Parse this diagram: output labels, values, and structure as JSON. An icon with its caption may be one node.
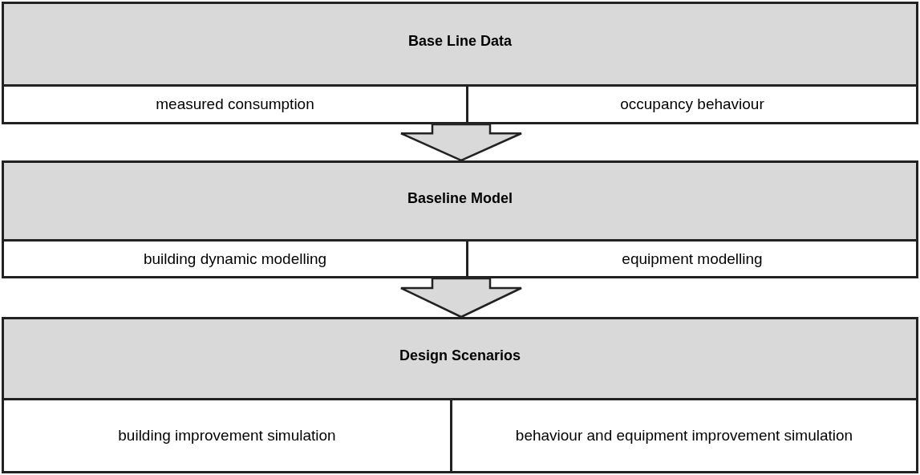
{
  "diagram": {
    "nodes": [
      {
        "text": [
          "Base Line Data"
        ]
      },
      {
        "text": [
          "measured consumption"
        ],
        "in": 0
      },
      {
        "text": [
          "occupancy behaviour"
        ],
        "in": 0
      },
      {
        "text": [
          "Baseline Model"
        ]
      },
      {
        "text": [
          "building dynamic modelling"
        ],
        "in": 3
      },
      {
        "text": [
          "equipment modelling"
        ],
        "in": 3
      },
      {
        "text": [
          "Design Scenarios"
        ]
      },
      {
        "text": [
          "building improvement simulation"
        ],
        "in": 6
      },
      {
        "text": [
          "behaviour and equipment improvement simulation"
        ],
        "in": 6
      }
    ],
    "edges": [
      {
        "from": 0,
        "to": 3,
        "arrow": "to"
      },
      {
        "from": 3,
        "to": 6,
        "arrow": "to"
      }
    ]
  }
}
